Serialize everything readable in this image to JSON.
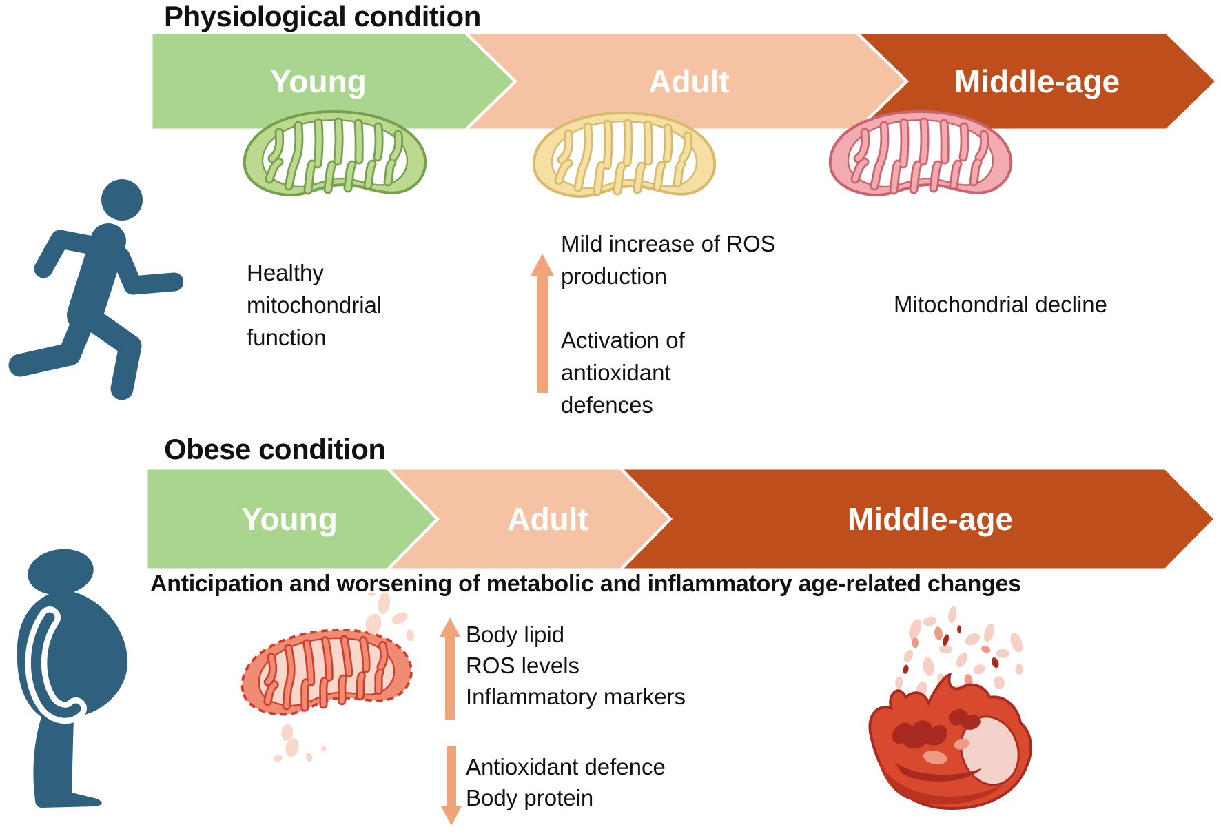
{
  "physiological": {
    "title": "Physiological condition",
    "stages": [
      {
        "label": "Young"
      },
      {
        "label": "Adult"
      },
      {
        "label": "Middle-age"
      }
    ],
    "notes": {
      "young": "Healthy\nmitochondrial\nfunction",
      "adult_increase": "Mild increase of ROS\nproduction",
      "adult_activation": "Activation of\nantioxidant\ndefences",
      "middle_age": "Mitochondrial decline"
    }
  },
  "obese": {
    "title": "Obese condition",
    "stages": [
      {
        "label": "Young"
      },
      {
        "label": "Adult"
      },
      {
        "label": "Middle-age"
      }
    ],
    "subtitle": "Anticipation and worsening of metabolic and inflammatory age-related changes",
    "increase_list": "Body lipid\nROS levels\nInflammatory markers",
    "decrease_list": "Antioxidant defence\nBody protein"
  },
  "icons": {
    "runner": "runner-icon",
    "obese_person": "obese-person-icon",
    "mito_young": "healthy-mitochondrion-icon",
    "mito_adult": "aging-mitochondrion-icon",
    "mito_middle": "declining-mitochondrion-icon",
    "mito_damaged": "damaged-mitochondrion-icon",
    "mito_burst": "bursting-mitochondrion-icon",
    "up_arrow": "increase-arrow-icon",
    "down_arrow": "decrease-arrow-icon"
  },
  "colors": {
    "seg-young": "#a9d58e",
    "seg-adult": "#f5c2a4",
    "seg-middle": "#bf4e1d",
    "arrow": "#f0a47a",
    "person": "#2f617f",
    "mito-green-mem": "#bcd98f",
    "mito-green-line": "#75a14f",
    "mito-yellow-mem": "#f6dfa2",
    "mito-yellow-line": "#d8ba6b",
    "mito-pink-mem": "#f2abb1",
    "mito-pink-line": "#c9646f",
    "dmg-mem": "#ee8d73",
    "dmg-line": "#cf3d2e",
    "dmg-matrix": "#f8d8ca",
    "burst-body": "#d8492e",
    "burst-dark": "#a82a20",
    "burst-mid": "#ee9b85",
    "burst-light": "#f6cfc5",
    "burst-pale": "#f3d3c9",
    "burst-shade": "#b83421"
  }
}
